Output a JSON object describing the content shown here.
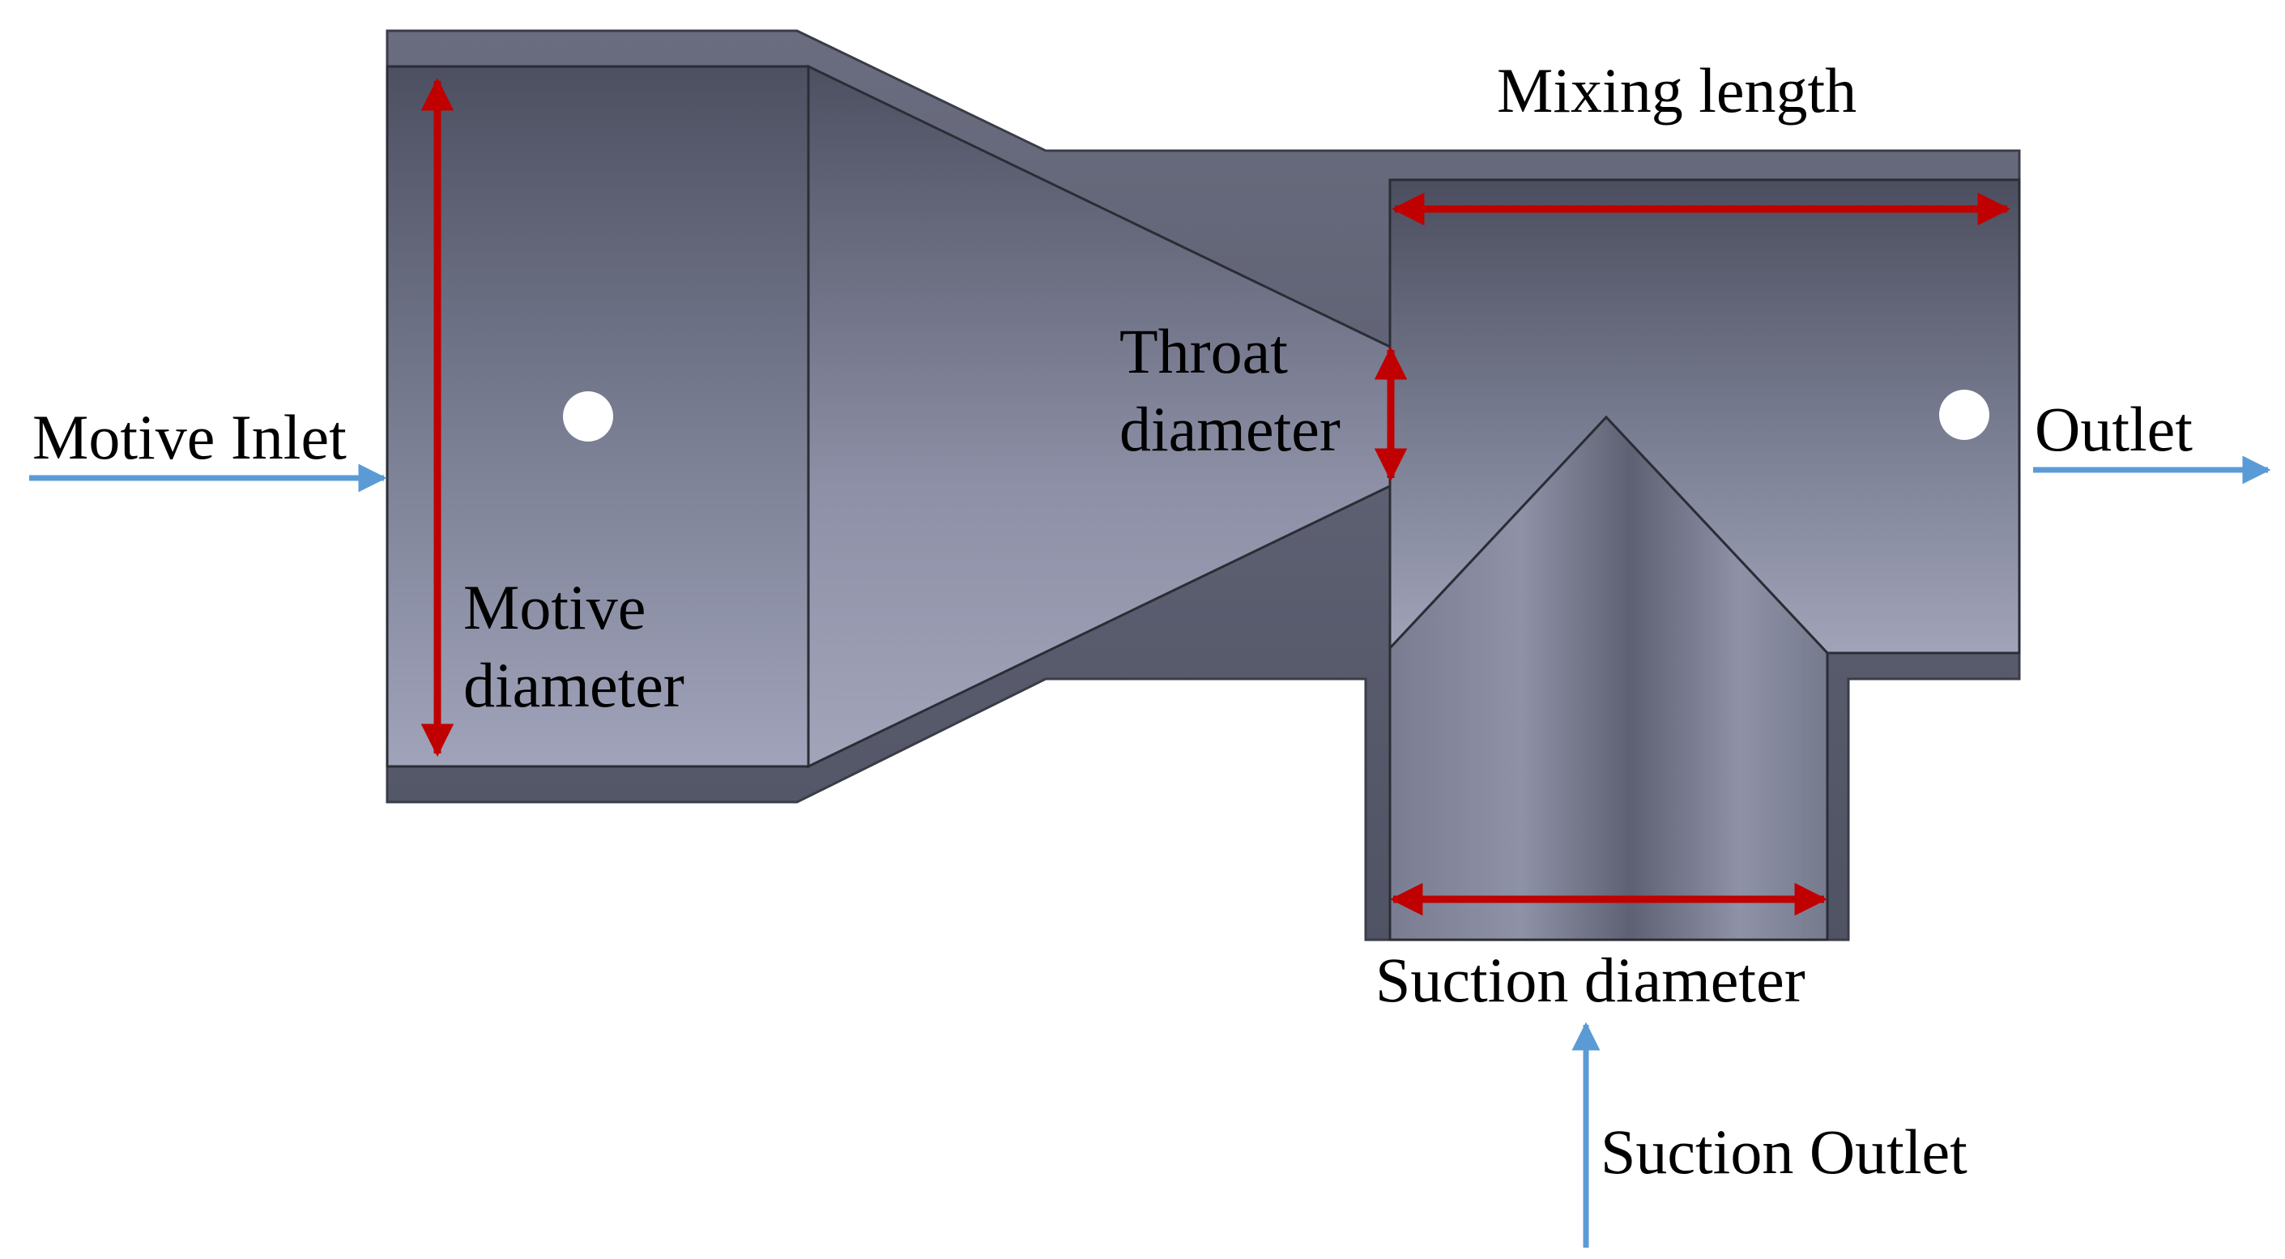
{
  "labels": {
    "motive_inlet": "Motive Inlet",
    "motive_diameter_line1": "Motive",
    "motive_diameter_line2": "diameter",
    "throat_diameter_line1": "Throat",
    "throat_diameter_line2": "diameter",
    "mixing_length": "Mixing length",
    "outlet": "Outlet",
    "suction_diameter": "Suction diameter",
    "suction_outlet": "Suction Outlet"
  },
  "colors": {
    "body_dark": "#4f5263",
    "body_mid": "#6c6f82",
    "body_light": "#9a9db3",
    "edge": "#2b2d36",
    "dimension_arrow": "#c00000",
    "flow_arrow": "#5b9bd5",
    "hole": "#ffffff"
  }
}
